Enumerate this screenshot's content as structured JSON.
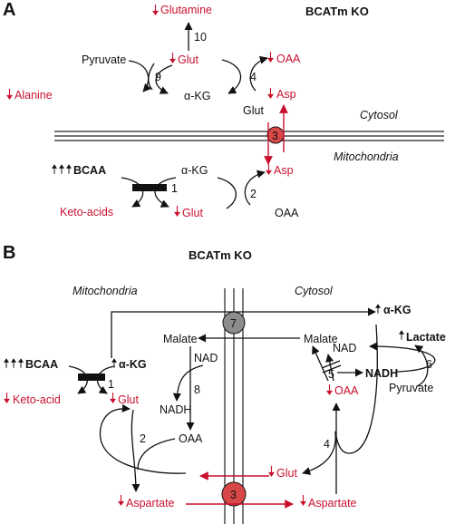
{
  "panel_a": {
    "label": "A",
    "title": "BCATm KO",
    "labels": {
      "glutamine": "Glutamine",
      "step10": "10",
      "pyruvate": "Pyruvate",
      "glut_top": "Glut",
      "oaa_top": "OAA",
      "step9": "9",
      "step4": "4",
      "alanine": "Alanine",
      "akg": "α-KG",
      "asp_top": "Asp",
      "glut_mid": "Glut",
      "cytosol": "Cytosol",
      "transporter": "3",
      "mitochondria": "Mitochondria",
      "bcaa": "BCAA",
      "akg_mito": "α-KG",
      "asp_mito": "Asp",
      "step1": "1",
      "step2": "2",
      "ketoacids": "Keto-acids",
      "glut_mito": "Glut",
      "oaa_mito": "OAA"
    }
  },
  "panel_b": {
    "label": "B",
    "title": "BCATm KO",
    "labels": {
      "mitochondria": "Mitochondria",
      "cytosol": "Cytosol",
      "akg_cyt": "α-KG",
      "transporter7": "7",
      "malate_mito": "Malate",
      "malate_cyt": "Malate",
      "lactate": "Lactate",
      "nad_mito": "NAD",
      "nad_cyt": "NAD",
      "bcaa": "BCAA",
      "akg_mito": "α-KG",
      "step1": "1",
      "step8": "8",
      "step5": "5",
      "nadh_cyt": "NADH",
      "step6": "6",
      "ketoacid": "Keto-acid",
      "glut_mito": "Glut",
      "nadh_mito": "NADH",
      "oaa_cyt": "OAA",
      "pyruvate": "Pyruvate",
      "step2": "2",
      "oaa_mito": "OAA",
      "step4": "4",
      "glut_cyt": "Glut",
      "transporter3": "3",
      "aspartate_mito": "Aspartate",
      "aspartate_cyt": "Aspartate"
    }
  },
  "colors": {
    "decrease": "#c8102e",
    "text": "#111111",
    "transporter3_fill": "#d94848",
    "transporter7_fill": "#8c8c8c",
    "enzyme_bar": "#111111"
  },
  "icons": {
    "decrease": "down-arrow-icon",
    "increase": "up-arrow-icon"
  }
}
